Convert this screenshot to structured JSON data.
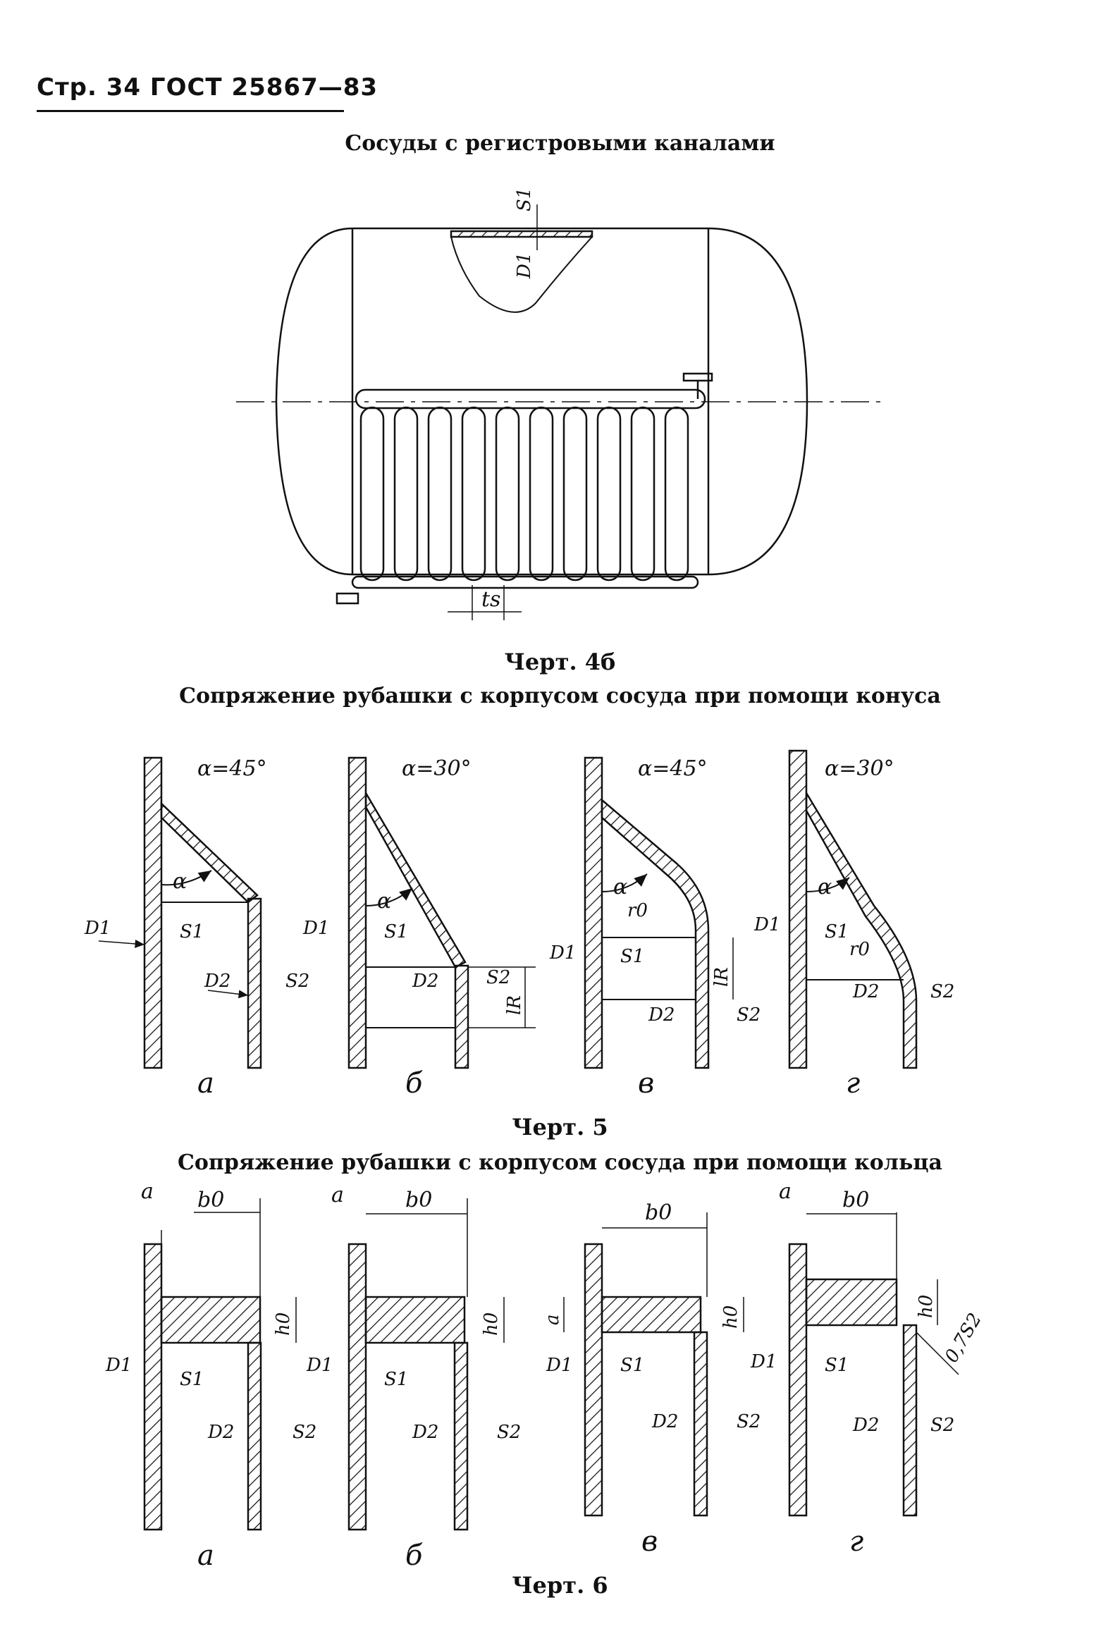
{
  "header": {
    "text": "Стр. 34 ГОСТ 25867—83"
  },
  "section1": {
    "title": "Сосуды с регистровыми каналами",
    "caption": "Черт. 4б"
  },
  "section2": {
    "title": "Сопряжение рубашки с корпусом сосуда при помощи конуса",
    "caption": "Черт. 5"
  },
  "section3": {
    "title": "Сопряжение рубашки с корпусом сосуда при помощи кольца",
    "caption": "Черт. 6"
  },
  "fig4": {
    "s1": "S1",
    "d1": "D1",
    "ts": "ts"
  },
  "fig5": {
    "panels": [
      {
        "angle": "α=45°",
        "d1": "D1",
        "s1": "S1",
        "d2": "D2",
        "s2": "S2",
        "alpha": "α",
        "letter": "а"
      },
      {
        "angle": "α=30°",
        "d1": "D1",
        "s1": "S1",
        "d2": "D2",
        "s2": "S2",
        "alpha": "α",
        "lr": "lR",
        "letter": "б"
      },
      {
        "angle": "α=45°",
        "d1": "D1",
        "s1": "S1",
        "d2": "D2",
        "s2": "S2",
        "alpha": "α",
        "r0": "r0",
        "lr": "lR",
        "letter": "в"
      },
      {
        "angle": "α=30°",
        "d1": "D1",
        "s1": "S1",
        "d2": "D2",
        "s2": "S2",
        "alpha": "α",
        "r0": "r0",
        "letter": "г"
      }
    ]
  },
  "fig6": {
    "panels": [
      {
        "a": "a",
        "b0": "b0",
        "h0": "h0",
        "d1": "D1",
        "s1": "S1",
        "d2": "D2",
        "s2": "S2",
        "letter": "а"
      },
      {
        "a": "a",
        "b0": "b0",
        "h0": "h0",
        "d1": "D1",
        "s1": "S1",
        "d2": "D2",
        "s2": "S2",
        "letter": "б"
      },
      {
        "a": "a",
        "b0": "b0",
        "h0": "h0",
        "d1": "D1",
        "s1": "S1",
        "d2": "D2",
        "s2": "S2",
        "letter": "в"
      },
      {
        "a": "a",
        "b0": "b0",
        "h0": "h0",
        "d1": "D1",
        "s1": "S1",
        "d2": "D2",
        "s2": "S2",
        "s2b": "0,7S2",
        "letter": "г"
      }
    ]
  }
}
